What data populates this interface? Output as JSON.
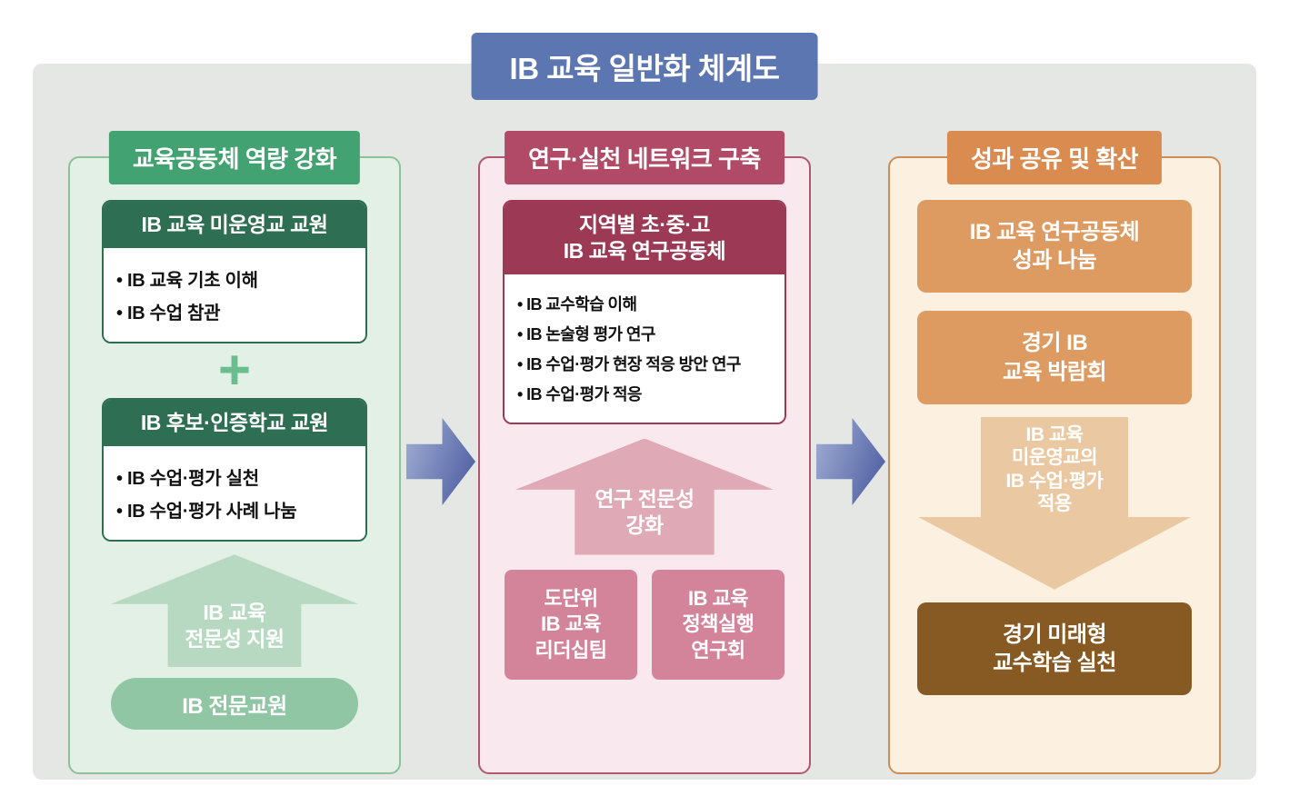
{
  "title": "IB 교육 일반화 체계도",
  "left": {
    "header": "교육공동체 역량 강화",
    "card1": {
      "header": "IB 교육 미운영교 교원",
      "bullets": [
        "IB 교육 기초 이해",
        "IB 수업 참관"
      ]
    },
    "plus": "+",
    "card2": {
      "header": "IB 후보·인증학교 교원",
      "bullets": [
        "IB 수업·평가 실천",
        "IB 수업·평가 사례 나눔"
      ]
    },
    "arrow_label": "IB 교육\n전문성 지원",
    "pill": "IB 전문교원"
  },
  "middle": {
    "header": "연구·실천 네트워크 구축",
    "card": {
      "header": "지역별 초·중·고\nIB 교육 연구공동체",
      "bullets": [
        "IB 교수학습 이해",
        "IB 논술형 평가 연구",
        "IB 수업·평가 현장 적응 방안 연구",
        "IB 수업·평가 적응"
      ]
    },
    "arrow_label": "연구 전문성\n강화",
    "team_box1": "도단위\nIB 교육\n리더십팀",
    "team_box2": "IB 교육\n정책실행\n연구회"
  },
  "right": {
    "header": "성과 공유 및 확산",
    "box1": "IB 교육 연구공동체\n성과 나눔",
    "box2": "경기 IB\n교육 박람회",
    "arrow_label": "IB 교육\n미운영교의\nIB 수업·평가\n적용",
    "box3": "경기 미래형\n교수학습 실천"
  },
  "colors": {
    "title_bg": "#5b76b0",
    "green_header": "#43a271",
    "green_dark": "#2e6e52",
    "green_panel": "#e3f0e6",
    "green_pill": "#90c6a4",
    "pink_header": "#b04a66",
    "maroon_dark": "#9c3a55",
    "pink_panel": "#f9e8ed",
    "pink_team_box": "#d4849a",
    "orange_header": "#d98b50",
    "orange_box": "#dd9b61",
    "orange_panel": "#fcf0e1",
    "brown_dark": "#875a23",
    "flow_arrow_blue": "#47589e",
    "background_gray": "#e4e7e4"
  }
}
